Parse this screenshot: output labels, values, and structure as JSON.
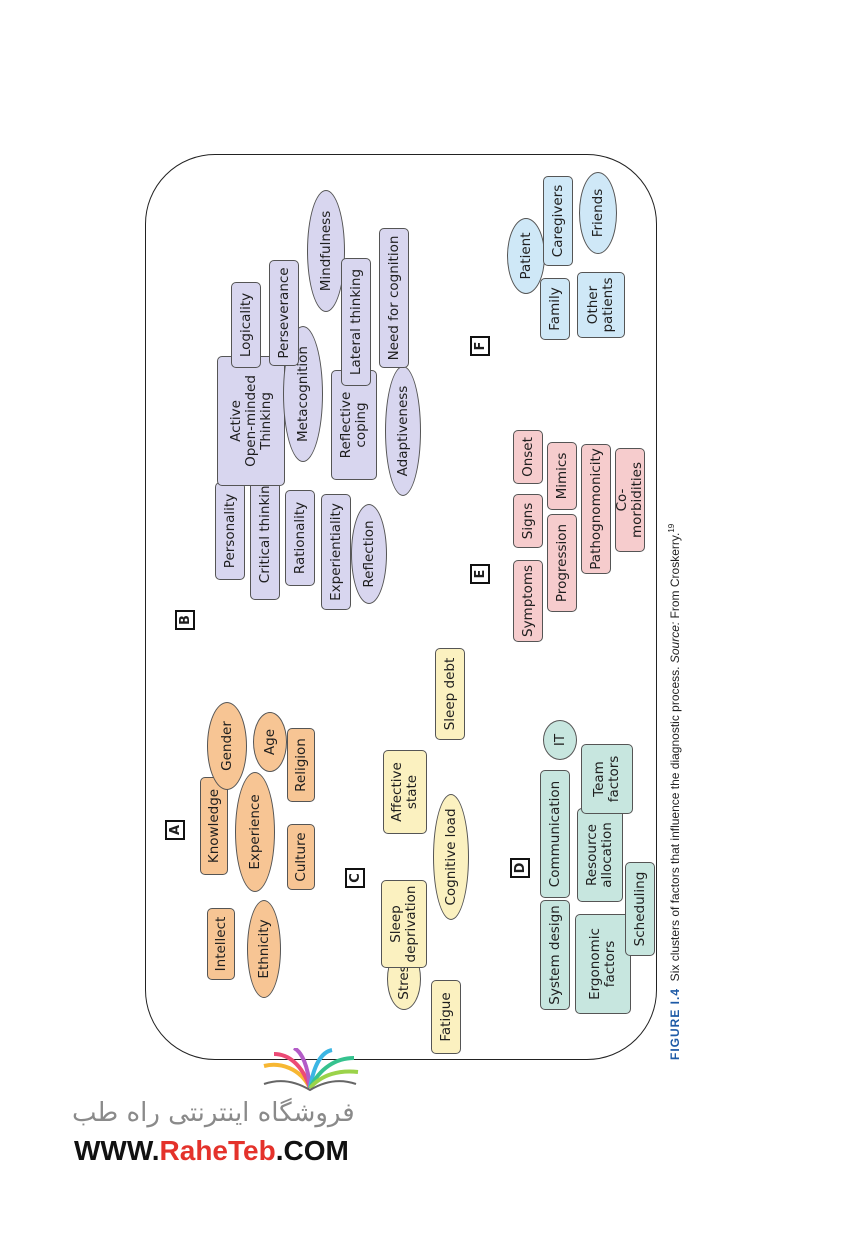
{
  "clusters": {
    "A": {
      "tag": "A",
      "items": [
        "Intellect",
        "Ethnicity",
        "Knowledge",
        "Experience",
        "Culture",
        "Gender",
        "Age",
        "Religion"
      ]
    },
    "B": {
      "tag": "B",
      "items": [
        "Personality",
        "Critical thinking",
        "Rationality",
        "Experientiality",
        "Reflection",
        "Active\nOpen-minded\nThinking",
        "Metacognition",
        "Reflective\ncoping",
        "Adaptiveness",
        "Logicality",
        "Perseverance",
        "Mindfulness",
        "Lateral thinking",
        "Need for cognition"
      ]
    },
    "C": {
      "tag": "C",
      "items": [
        "Stress",
        "Fatigue",
        "Sleep\ndeprivation",
        "Affective\nstate",
        "Cognitive load",
        "Sleep debt"
      ]
    },
    "D": {
      "tag": "D",
      "items": [
        "System design",
        "Ergonomic\nfactors",
        "Communication",
        "Resource\nallocation",
        "Scheduling",
        "IT",
        "Team\nfactors"
      ]
    },
    "E": {
      "tag": "E",
      "items": [
        "Symptoms",
        "Signs",
        "Onset",
        "Progression",
        "Mimics",
        "Pathognomonicity",
        "Co-morbidities"
      ]
    },
    "F": {
      "tag": "F",
      "items": [
        "Family",
        "Patient",
        "Caregivers",
        "Friends",
        "Other\npatients"
      ]
    }
  },
  "caption": {
    "label": "FIGURE I.4",
    "text": "Six clusters of factors that influence the diagnostic process.",
    "source_label": "Source:",
    "source_text": "From Croskerry.",
    "ref": "19"
  },
  "watermark": {
    "persian": "فروشگاه اینترنتی راه طب",
    "url_prefix": "WWW.",
    "url_brand": "RaheTeb",
    "url_suffix": ".COM"
  },
  "colors": {
    "A": "#f7c594",
    "B": "#d8d6ef",
    "C": "#fbf1c0",
    "D": "#c7e6df",
    "E": "#f6cccd",
    "F": "#cfe8f7",
    "caption_label": "#1d5aa6",
    "brand_red": "#e4322b"
  }
}
